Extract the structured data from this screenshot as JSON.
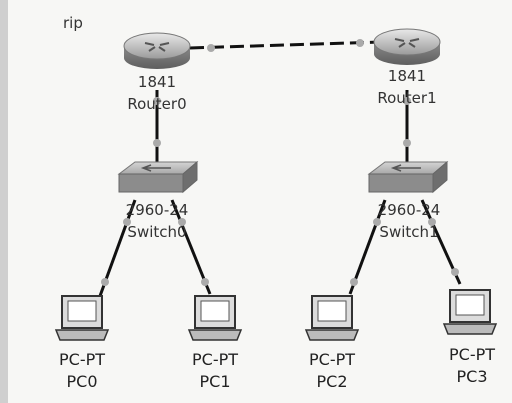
{
  "title": "rip",
  "devices": [
    {
      "id": "router0",
      "model": "1841",
      "name": "Router0"
    },
    {
      "id": "router1",
      "model": "1841",
      "name": "Router1"
    },
    {
      "id": "switch0",
      "model": "2960-24",
      "name": "Switch0"
    },
    {
      "id": "switch1",
      "model": "2960-24",
      "name": "Switch1"
    },
    {
      "id": "pc0",
      "model": "PC-PT",
      "name": "PC0"
    },
    {
      "id": "pc1",
      "model": "PC-PT",
      "name": "PC1"
    },
    {
      "id": "pc2",
      "model": "PC-PT",
      "name": "PC2"
    },
    {
      "id": "pc3",
      "model": "PC-PT",
      "name": "PC3"
    }
  ],
  "links": [
    {
      "from": "router0",
      "to": "router1",
      "style": "dashed"
    },
    {
      "from": "router0",
      "to": "switch0",
      "style": "solid"
    },
    {
      "from": "router1",
      "to": "switch1",
      "style": "solid"
    },
    {
      "from": "switch0",
      "to": "pc0",
      "style": "solid"
    },
    {
      "from": "switch0",
      "to": "pc1",
      "style": "solid"
    },
    {
      "from": "switch1",
      "to": "pc2",
      "style": "solid"
    },
    {
      "from": "switch1",
      "to": "pc3",
      "style": "solid"
    }
  ],
  "colors": {
    "link": "#111111",
    "port_dot": "#aaaaaa",
    "router": "#8e8e8e",
    "switch": "#9c9c9c"
  }
}
